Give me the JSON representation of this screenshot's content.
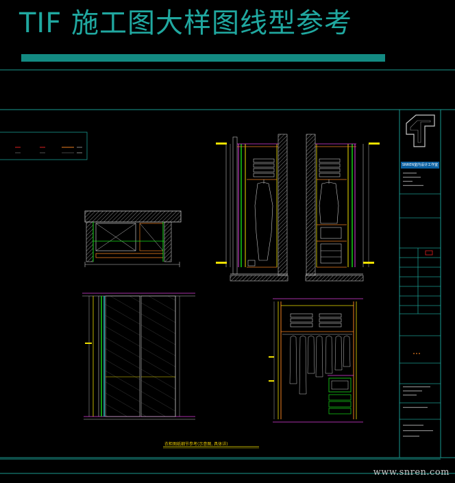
{
  "title": "TIF 施工图大样图线型参考",
  "caption": "衣柜图纸细节参考(示意图, 具体详)",
  "watermark": "www.snren.com",
  "title_block": {
    "company": "SNREN室内设计工作室"
  },
  "colors": {
    "title": "#20a8a0",
    "title_bar": "#138a82",
    "frame": "#1a9a90",
    "wall": "#c8c8c8",
    "magenta": "#e040e0",
    "green": "#18e018",
    "yellow": "#f0e000",
    "orange": "#f08020",
    "red": "#e02020",
    "cyan": "#30d0d0"
  }
}
